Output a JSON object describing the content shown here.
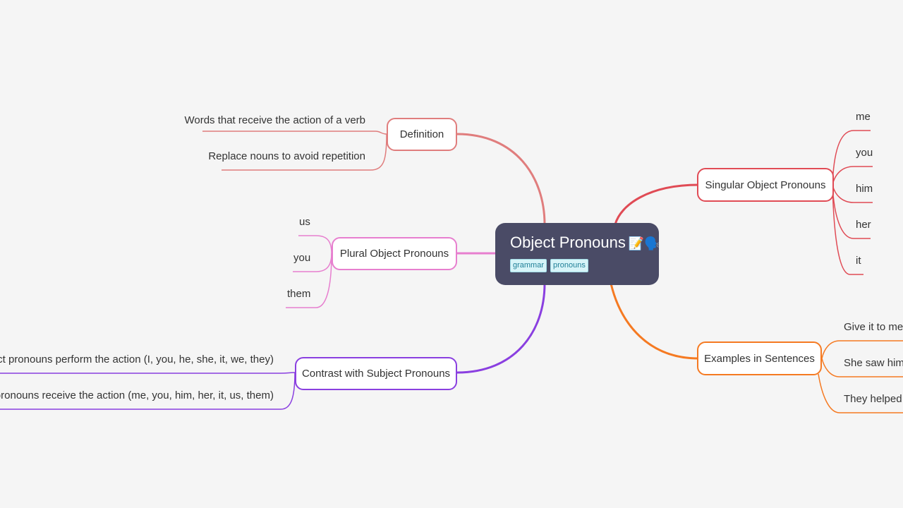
{
  "root": {
    "title": "Object Pronouns",
    "emoji": "📝🗣️",
    "tags": [
      "grammar",
      "pronouns"
    ]
  },
  "branches": {
    "definition": {
      "label": "Definition",
      "color": "#e07d7d",
      "children": [
        "Words that receive the action of a verb",
        "Replace nouns to avoid repetition"
      ]
    },
    "plural": {
      "label": "Plural Object Pronouns",
      "color": "#e77fcf",
      "children": [
        "us",
        "you",
        "them"
      ]
    },
    "contrast": {
      "label": "Contrast with Subject Pronouns",
      "color": "#8a3fe0",
      "children": [
        "Subject pronouns perform the action (I, you, he, she, it, we, they)",
        "Object pronouns receive the action (me, you, him, her, it, us, them)"
      ]
    },
    "singular": {
      "label": "Singular Object Pronouns",
      "color": "#e04b55",
      "children": [
        "me",
        "you",
        "him",
        "her",
        "it"
      ]
    },
    "examples": {
      "label": "Examples in Sentences",
      "color": "#f57a22",
      "children": [
        "Give it to me.",
        "She saw him.",
        "They helped us."
      ]
    }
  }
}
